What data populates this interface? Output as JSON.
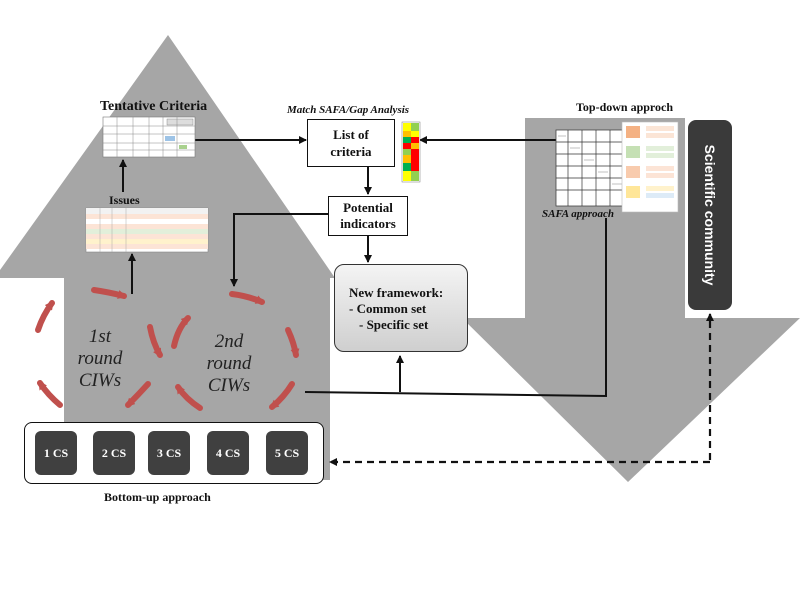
{
  "labels": {
    "tentative_criteria": "Tentative Criteria",
    "match_safa": "Match SAFA/Gap Analysis",
    "top_down": "Top-down approch",
    "issues": "Issues",
    "safa_approach": "SAFA approach",
    "bottom_up": "Bottom-up approach"
  },
  "boxes": {
    "list_of_criteria": "List of criteria",
    "potential_indicators": "Potential indicators"
  },
  "framework": {
    "title": "New framework:",
    "items": [
      "-   Common set",
      "-   Specific set"
    ]
  },
  "rounds": {
    "first": [
      "1st",
      "round",
      "CIWs"
    ],
    "second": [
      "2nd",
      "round",
      "CIWs"
    ]
  },
  "case_studies": [
    "1 CS",
    "2 CS",
    "3 CS",
    "4 CS",
    "5 CS"
  ],
  "scientific_community": "Scientific community",
  "colors": {
    "arrow_gray": "#a6a6a6",
    "cycle_red": "#c0504d",
    "dark_box": "#404040",
    "heatmap": [
      "#ffff00",
      "#ff0000",
      "#92d050",
      "#ffc000",
      "#00b050",
      "#ff0000"
    ]
  }
}
